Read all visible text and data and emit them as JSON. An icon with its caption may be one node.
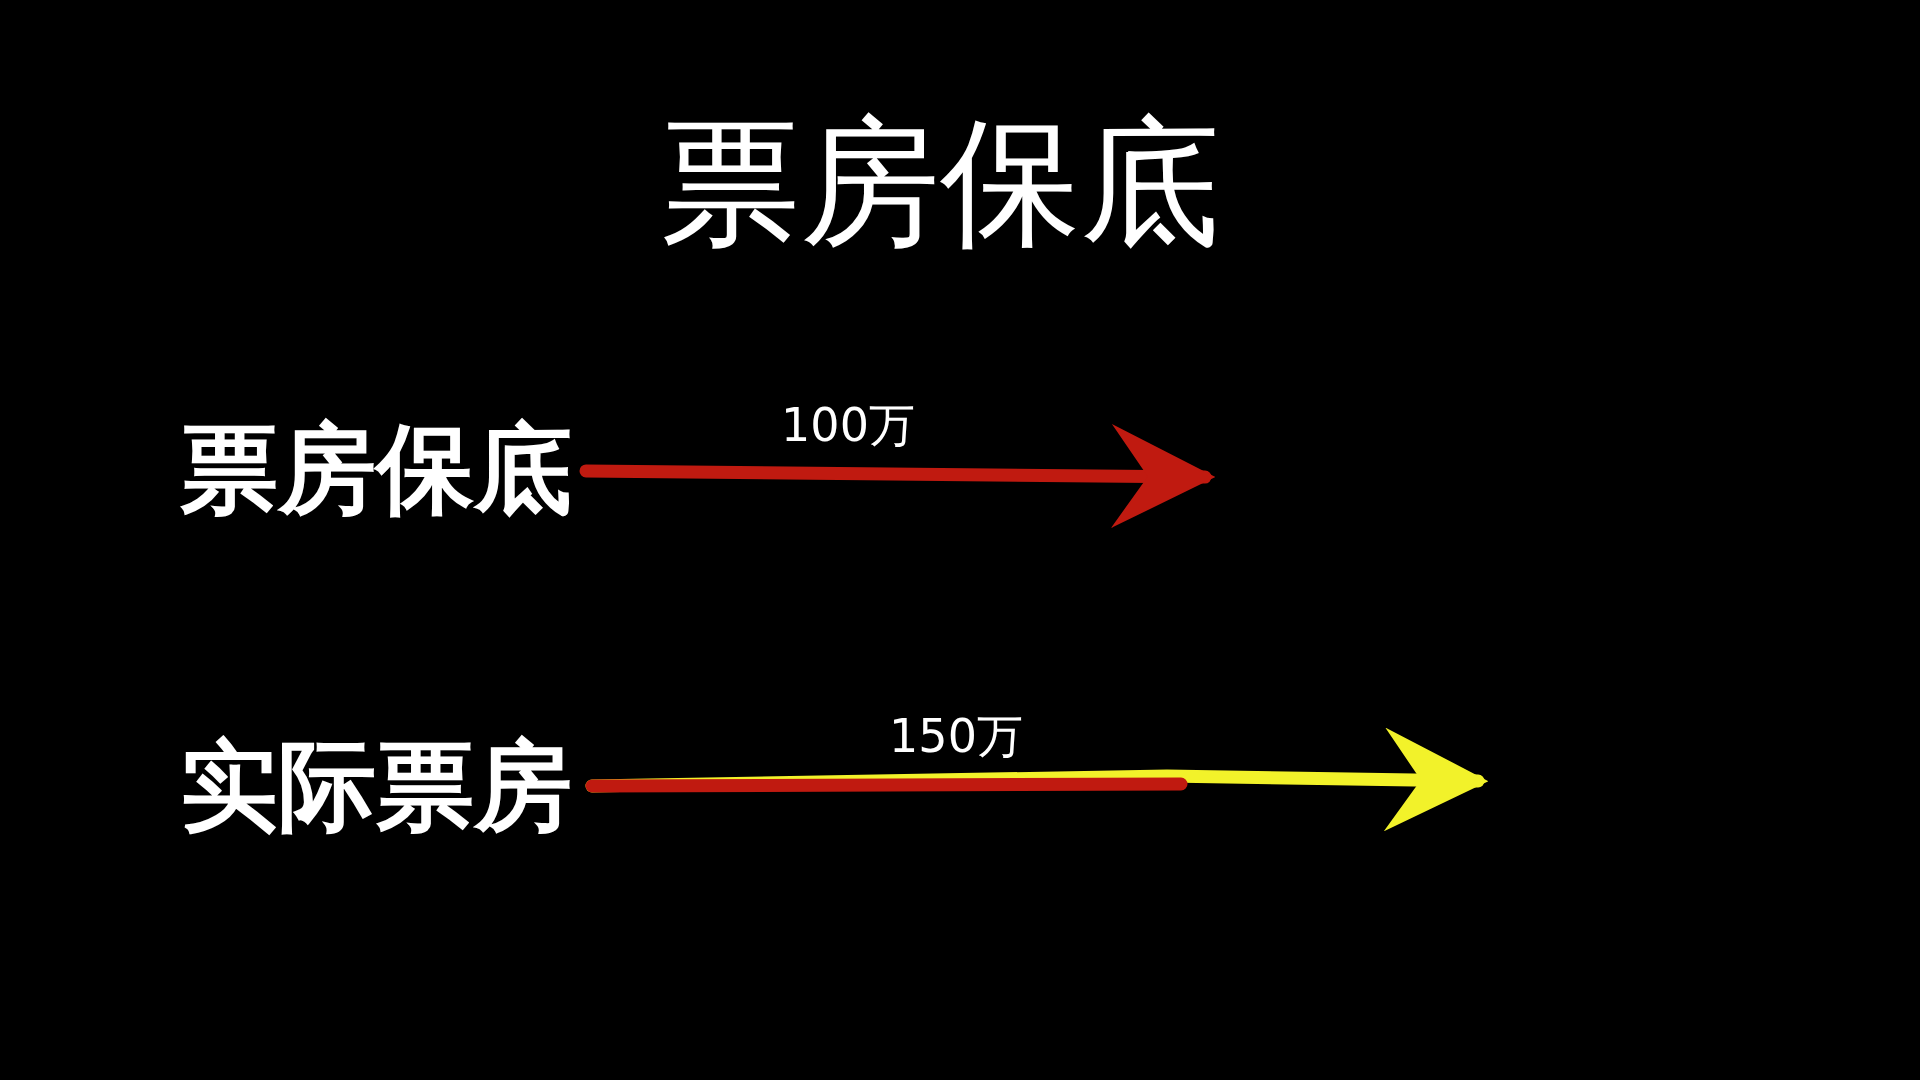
{
  "diagram": {
    "title": "票房保底",
    "nodes": [
      {
        "text": [
          "票房保底"
        ]
      },
      {
        "text": [
          "实际票房"
        ]
      }
    ],
    "edges": [
      {
        "from": 0,
        "to": null,
        "arrow": "to",
        "label": "100万",
        "color": "#c01a10"
      },
      {
        "from": 1,
        "to": null,
        "arrow": "to",
        "label": "150万",
        "color": "#f2f22a"
      }
    ]
  }
}
